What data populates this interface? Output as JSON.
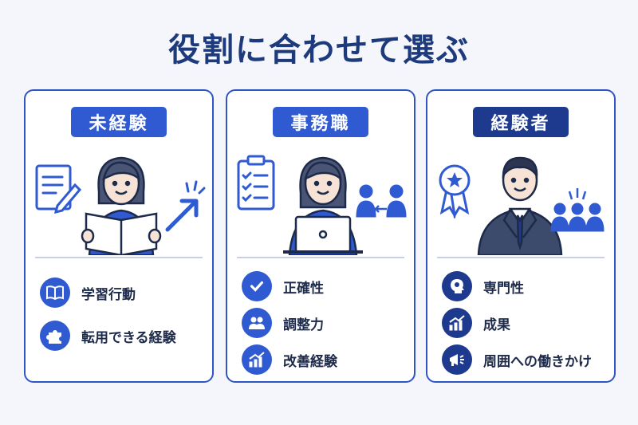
{
  "title": "役割に合わせて選ぶ",
  "cards": [
    {
      "badge": "未経験",
      "items": [
        {
          "label": "学習行動",
          "icon": "book-icon"
        },
        {
          "label": "転用できる経験",
          "icon": "puzzle-icon"
        }
      ]
    },
    {
      "badge": "事務職",
      "items": [
        {
          "label": "正確性",
          "icon": "check-icon"
        },
        {
          "label": "調整力",
          "icon": "people-icon"
        },
        {
          "label": "改善経験",
          "icon": "growth-chart-icon"
        }
      ]
    },
    {
      "badge": "経験者",
      "items": [
        {
          "label": "専門性",
          "icon": "head-gear-icon"
        },
        {
          "label": "成果",
          "icon": "growth-chart-icon"
        },
        {
          "label": "周囲への働きかけ",
          "icon": "megaphone-icon"
        }
      ]
    }
  ],
  "colors": {
    "primary": "#2f5ad1",
    "navy": "#1d3a8f",
    "title": "#1c3a7c"
  }
}
